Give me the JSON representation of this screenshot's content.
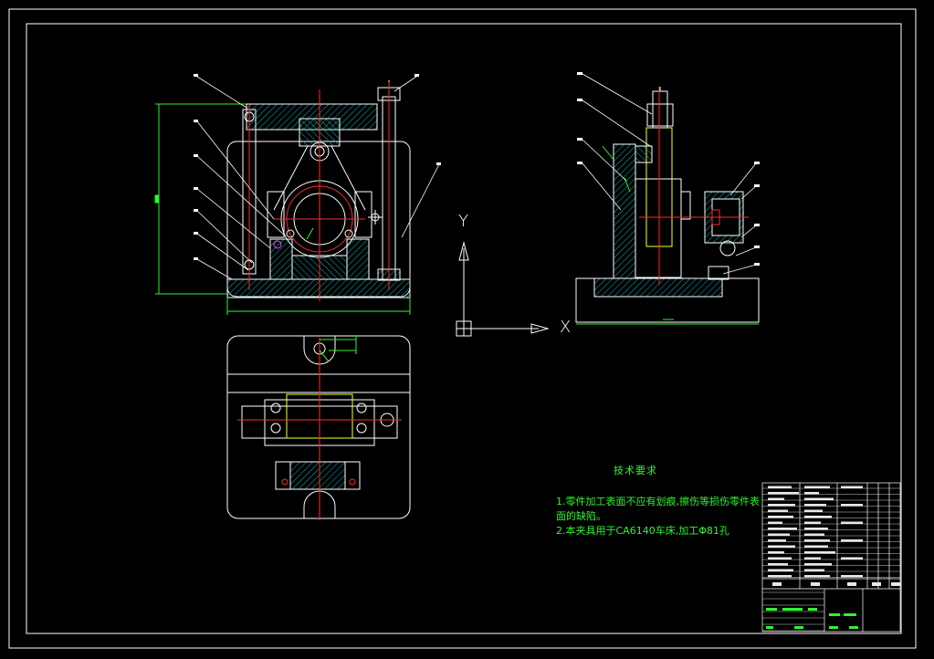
{
  "axes": {
    "y_label": "Y",
    "x_label": "X"
  },
  "technical_requirements": {
    "title": "技术要求",
    "items": [
      "1.零件加工表面不应有划痕,擦伤等损伤零件表",
      "面的缺陷。",
      "2.本夹具用于CA6140车床,加工Φ81孔"
    ]
  },
  "colors": {
    "background": "#000000",
    "outline": "#ffffff",
    "centerline": "#ff2a2a",
    "dimension": "#2ef52e",
    "hatch": "#00c8c8",
    "hidden": "#ffff33",
    "highlight": "#ff44ff"
  }
}
